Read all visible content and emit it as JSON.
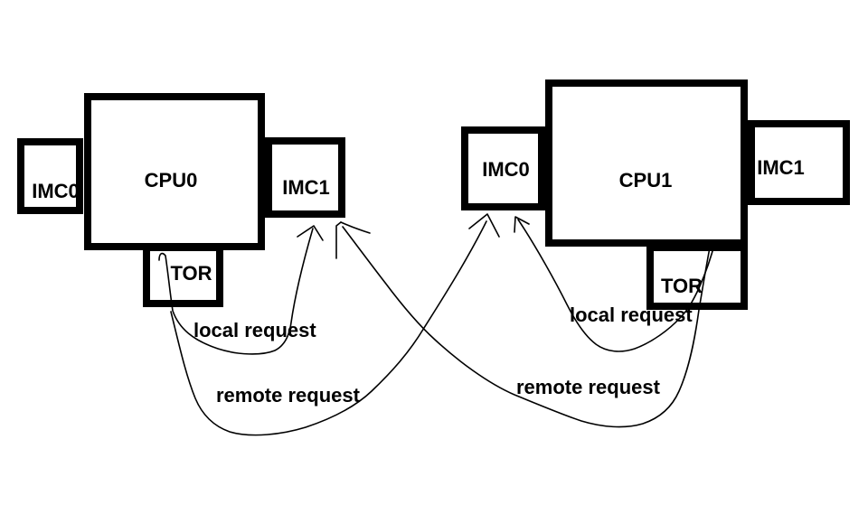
{
  "diagram": {
    "boxes": {
      "imc0_left": "IMC0",
      "cpu0": "CPU0",
      "imc1_left": "IMC1",
      "tor_left": "TOR",
      "imc0_right": "IMC0",
      "cpu1": "CPU1",
      "imc1_right": "IMC1",
      "tor_right": "TOR"
    },
    "arrows": [
      {
        "id": "cpu0-local",
        "from": "tor_left",
        "to": "imc1_left",
        "label": "local request"
      },
      {
        "id": "cpu0-remote",
        "from": "tor_left",
        "to": "imc0_right",
        "label": "remote request"
      },
      {
        "id": "cpu1-local",
        "from": "tor_right",
        "to": "imc0_right",
        "label": "local request"
      },
      {
        "id": "cpu1-remote",
        "from": "tor_right",
        "to": "imc1_left",
        "label": "remote request"
      }
    ],
    "colors": {
      "background": "#ffffff",
      "line": "#000000",
      "text": "#000000"
    }
  }
}
